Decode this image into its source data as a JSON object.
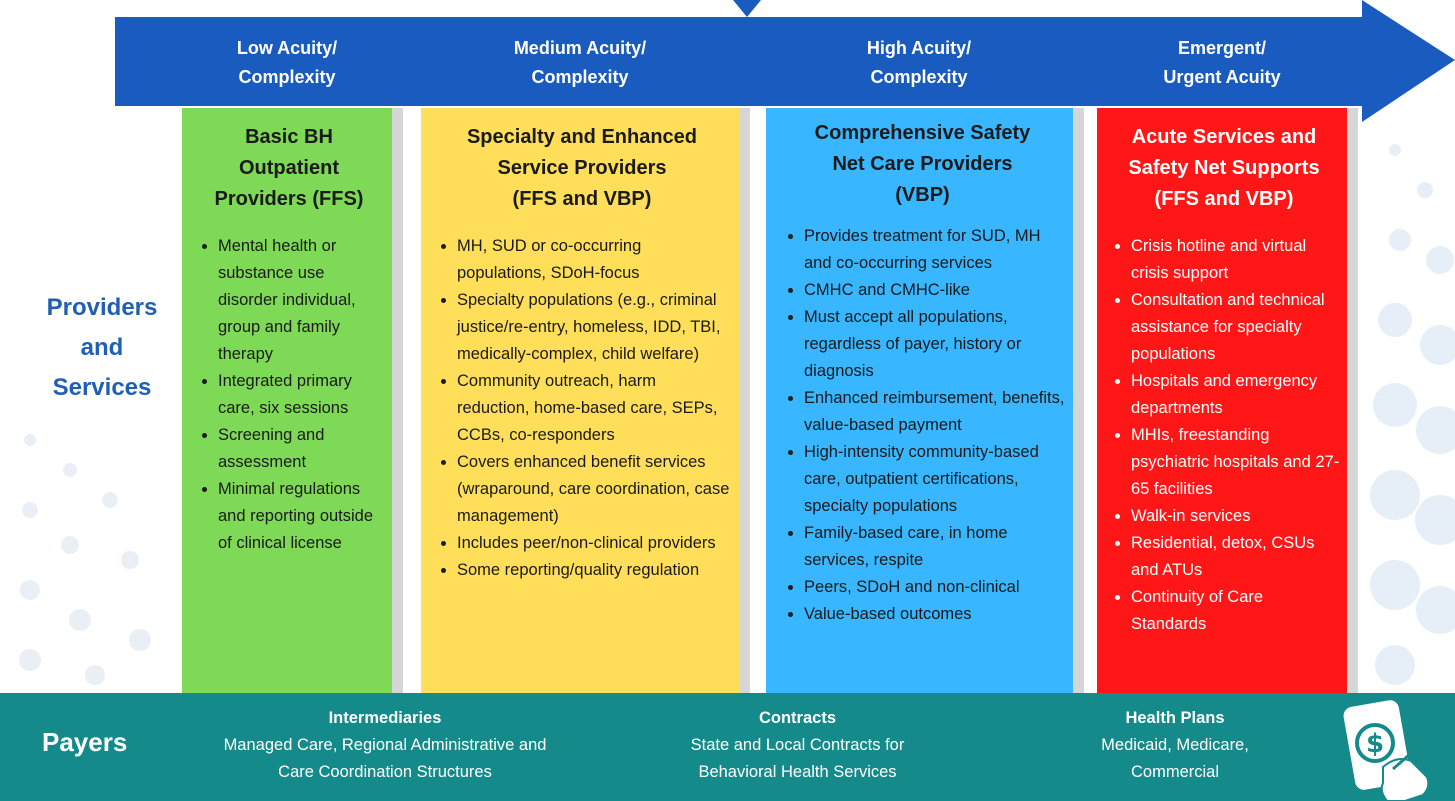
{
  "colors": {
    "arrow_blue": "#1a5bbf",
    "green": "#7ed957",
    "yellow": "#ffde59",
    "light_blue": "#38b6ff",
    "red": "#ff1616",
    "teal": "#158a8a",
    "side_label_blue": "#1f5fb5"
  },
  "acuity_levels": [
    {
      "label": "Low Acuity/\nComplexity"
    },
    {
      "label": "Medium Acuity/\nComplexity"
    },
    {
      "label": "High Acuity/\nComplexity"
    },
    {
      "label": "Emergent/\nUrgent Acuity"
    }
  ],
  "side_label": "Providers\nand\nServices",
  "columns": [
    {
      "title": "Basic BH\nOutpatient\nProviders (FFS)",
      "items": [
        "Mental health or substance use disorder individual, group and family therapy",
        "Integrated primary care, six sessions",
        "Screening and assessment",
        "Minimal regulations and reporting outside of clinical license"
      ]
    },
    {
      "title": "Specialty and Enhanced\nService Providers\n(FFS and VBP)",
      "items": [
        "MH, SUD or co-occurring populations, SDoH-focus",
        "Specialty populations  (e.g., criminal justice/re-entry, homeless, IDD, TBI, medically-complex, child welfare)",
        "Community outreach, harm reduction, home-based care, SEPs, CCBs, co-responders",
        "Covers enhanced benefit services (wraparound, care coordination, case management)",
        " Includes peer/non-clinical providers",
        "Some reporting/quality regulation"
      ]
    },
    {
      "title": "Comprehensive Safety\nNet Care Providers\n(VBP)",
      "items": [
        "Provides treatment for SUD, MH and co-occurring services",
        "CMHC and CMHC-like",
        "Must accept all populations, regardless of payer, history or diagnosis",
        "Enhanced reimbursement, benefits, value-based payment",
        "High-intensity community-based care, outpatient certifications, specialty populations",
        "Family-based care, in home services, respite",
        "Peers, SDoH and non-clinical",
        "Value-based outcomes"
      ]
    },
    {
      "title": "Acute Services and\nSafety Net Supports\n(FFS and VBP)",
      "items": [
        "Crisis hotline and virtual crisis support",
        "Consultation and technical assistance for specialty populations",
        "Hospitals and emergency departments",
        "MHIs, freestanding psychiatric hospitals and 27-65 facilities",
        "Walk-in services",
        "Residential, detox, CSUs and ATUs",
        "Continuity of Care Standards"
      ]
    }
  ],
  "payers": {
    "label": "Payers",
    "groups": [
      {
        "heading": "Intermediaries",
        "text": "Managed Care, Regional  Administrative and\nCare Coordination Structures"
      },
      {
        "heading": "Contracts",
        "text": "State and Local Contracts for\nBehavioral Health Services"
      },
      {
        "heading": "Health Plans",
        "text": "Medicaid, Medicare,\nCommercial"
      }
    ],
    "icon": "hand-dollar-phone-icon"
  }
}
